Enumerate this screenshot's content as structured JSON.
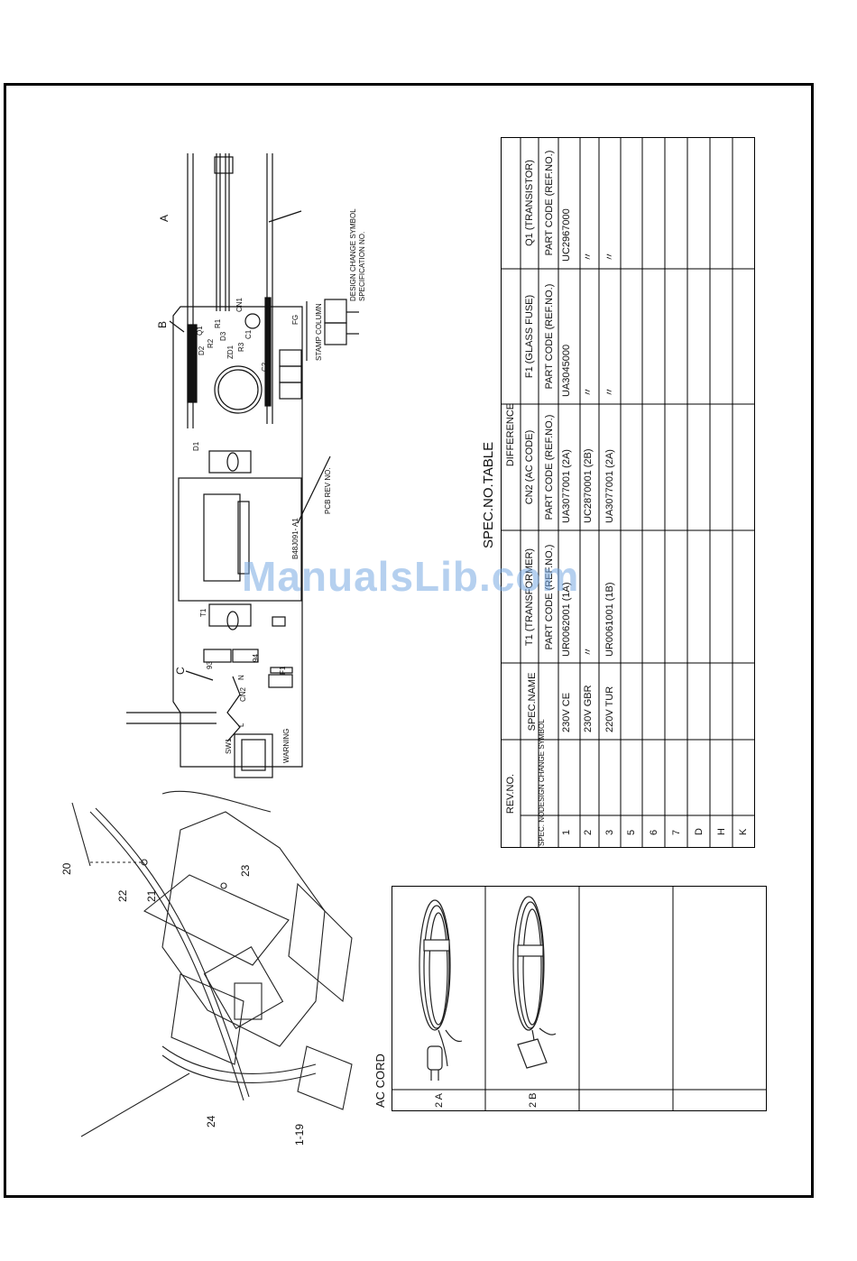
{
  "spec_table": {
    "title": "SPEC.NO.TABLE",
    "difference_header": "DIFFERENCE",
    "rev_no_header": "REV.NO.",
    "spec_no_header": "SPEC. NO.",
    "design_change_header": "DESIGN CHANGE SYMBOL",
    "spec_name_header": "SPEC.NAME",
    "columns": [
      {
        "name": "T1 (TRANSFORMER)",
        "sub": "PART CODE (REF.NO.)"
      },
      {
        "name": "CN2 (AC CODE)",
        "sub": "PART CODE (REF.NO.)"
      },
      {
        "name": "F1 (GLASS FUSE)",
        "sub": "PART CODE (REF.NO.)"
      },
      {
        "name": "Q1 (TRANSISTOR)",
        "sub": "PART CODE (REF.NO.)"
      }
    ],
    "rows": [
      {
        "no": "1",
        "symbol": "",
        "spec": "230V CE",
        "t1": "UR0062001 (1A)",
        "cn2": "UA3077001 (2A)",
        "f1": "UA3045000",
        "q1": "UC2967000"
      },
      {
        "no": "2",
        "symbol": "",
        "spec": "230V GBR",
        "t1": "〃",
        "cn2": "UC2870001 (2B)",
        "f1": "〃",
        "q1": "〃"
      },
      {
        "no": "3",
        "symbol": "",
        "spec": "220V TUR",
        "t1": "UR0061001 (1B)",
        "cn2": "UA3077001 (2A)",
        "f1": "〃",
        "q1": "〃"
      },
      {
        "no": "5",
        "symbol": "",
        "spec": "",
        "t1": "",
        "cn2": "",
        "f1": "",
        "q1": ""
      },
      {
        "no": "6",
        "symbol": "",
        "spec": "",
        "t1": "",
        "cn2": "",
        "f1": "",
        "q1": ""
      },
      {
        "no": "7",
        "symbol": "",
        "spec": "",
        "t1": "",
        "cn2": "",
        "f1": "",
        "q1": ""
      },
      {
        "no": "D",
        "symbol": "",
        "spec": "",
        "t1": "",
        "cn2": "",
        "f1": "",
        "q1": ""
      },
      {
        "no": "H",
        "symbol": "",
        "spec": "",
        "t1": "",
        "cn2": "",
        "f1": "",
        "q1": ""
      },
      {
        "no": "K",
        "symbol": "",
        "spec": "",
        "t1": "",
        "cn2": "",
        "f1": "",
        "q1": ""
      }
    ]
  },
  "ac_cord": {
    "title": "AC CORD",
    "items": [
      {
        "label": "2 A",
        "plug": "euro-plug-cord-icon"
      },
      {
        "label": "2 B",
        "plug": "uk-plug-cord-icon"
      },
      {
        "label": "",
        "plug": ""
      },
      {
        "label": "",
        "plug": ""
      }
    ]
  },
  "pcb": {
    "labels": {
      "a": "A",
      "b": "B",
      "c": "C",
      "stamp_column": "STAMP COLUMN",
      "design_change_symbol": "DESIGN CHANGE SYMBOL",
      "specification_no": "SPECIFICATION NO.",
      "pcb_rev_no": "PCB REV NO.",
      "board_code": "B48J091- A1",
      "warning": "WARNING",
      "t1": "T1",
      "f1": "F1",
      "cn2": "CN2",
      "sw1": "SW1",
      "c1": "C1",
      "c2": "C2",
      "q1": "Q1",
      "d1": "D1",
      "cn1": "CN1",
      "r1": "R1",
      "zd1": "ZD1",
      "r2": "R2",
      "r3": "R3",
      "d3": "D3",
      "d2": "D2",
      "fg": "FG",
      "n": "N",
      "l": "L",
      "num93": "93",
      "num94": "94"
    }
  },
  "assembly": {
    "callouts": [
      "22",
      "21",
      "23",
      "20",
      "24",
      "1-19"
    ]
  },
  "watermark": "ManualsLib.com"
}
